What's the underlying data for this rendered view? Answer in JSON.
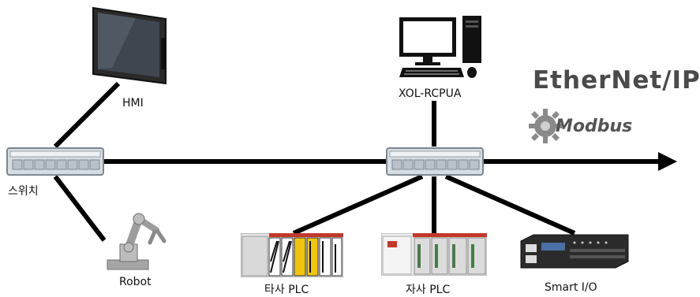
{
  "labels": {
    "hmi": "HMI",
    "pc": "XOL-RCPUA",
    "switch_left": "스위치",
    "robot": "Robot",
    "other_plc": "타사 PLC",
    "own_plc": "자사 PLC",
    "smart_io": "Smart I/O"
  },
  "logos": {
    "ethernet_ip": "EtherNet/IP",
    "ethernet_ip_mark": "™",
    "modbus": "Modbus"
  },
  "icons": {
    "hmi": "hmi-panel-icon",
    "pc": "desktop-computer-icon",
    "switch": "network-switch-icon",
    "robot": "robot-arm-icon",
    "plc": "plc-rack-icon",
    "io": "smart-io-module-icon",
    "modbus": "modbus-gear-icon"
  },
  "colors": {
    "line": "#000000",
    "switch_body": "#d5dce2",
    "plc_red": "#c0392b",
    "plc_yellow": "#f1c40f",
    "io_body": "#2b2b2b"
  }
}
